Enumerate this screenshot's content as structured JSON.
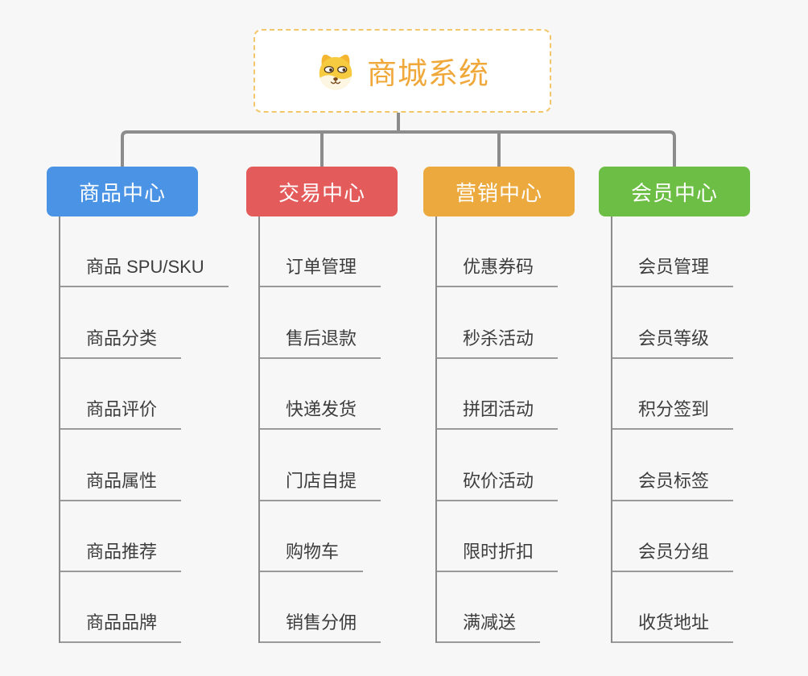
{
  "root": {
    "title": "商城系统",
    "icon": "dog-face"
  },
  "branches": [
    {
      "label": "商品中心",
      "color": "#4b94e5",
      "children": [
        "商品 SPU/SKU",
        "商品分类",
        "商品评价",
        "商品属性",
        "商品推荐",
        "商品品牌"
      ]
    },
    {
      "label": "交易中心",
      "color": "#e45b5b",
      "children": [
        "订单管理",
        "售后退款",
        "快递发货",
        "门店自提",
        "购物车",
        "销售分佣"
      ]
    },
    {
      "label": "营销中心",
      "color": "#eba93e",
      "children": [
        "优惠券码",
        "秒杀活动",
        "拼团活动",
        "砍价活动",
        "限时折扣",
        "满减送"
      ]
    },
    {
      "label": "会员中心",
      "color": "#6cbe44",
      "children": [
        "会员管理",
        "会员等级",
        "积分签到",
        "会员标签",
        "会员分组",
        "收货地址"
      ]
    }
  ],
  "theme": {
    "background": "#f7f7f7",
    "root_text": "#f0a83b",
    "root_border": "#f2c76b",
    "connector": "#8c8c8c",
    "leaf_text": "#3d3d3d",
    "leaf_line": "#9a9a9a",
    "node_text": "#ffffff"
  }
}
